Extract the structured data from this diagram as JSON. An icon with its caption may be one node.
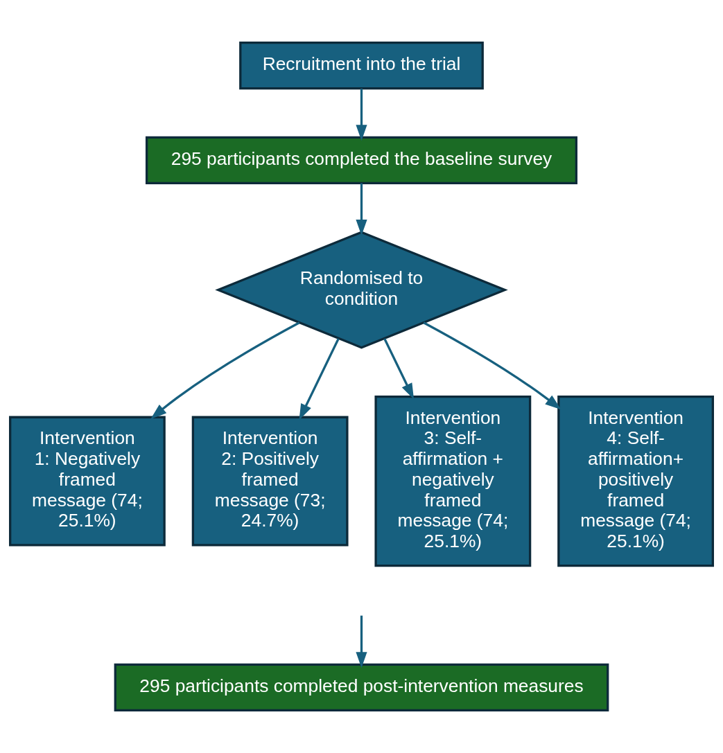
{
  "diagram": {
    "nodes": [
      {
        "text": [
          "Recruitment into the trial"
        ]
      },
      {
        "text": [
          "295 participants completed the baseline survey"
        ]
      },
      {
        "text": [
          "Randomised to condition"
        ]
      },
      {
        "text": [
          "Intervention 1: Negatively framed message (74; 25.1%)"
        ]
      },
      {
        "text": [
          "Intervention 2: Positively framed message (73; 24.7%)"
        ]
      },
      {
        "text": [
          "Intervention 3: Self-affirmation + negatively framed message (74; 25.1%)"
        ]
      },
      {
        "text": [
          "Intervention 4: Self-affirmation+ positively framed message (74; 25.1%)"
        ]
      },
      {
        "text": [
          "295 participants completed post-intervention measures"
        ]
      }
    ],
    "edges": [
      {
        "from": 0,
        "to": 1,
        "arrow": "to"
      },
      {
        "from": 1,
        "to": 2,
        "arrow": "to"
      },
      {
        "from": 2,
        "to": 3,
        "arrow": "to"
      },
      {
        "from": 2,
        "to": 4,
        "arrow": "to"
      },
      {
        "from": 2,
        "to": 5,
        "arrow": "to"
      },
      {
        "from": 2,
        "to": 6,
        "arrow": "to"
      },
      {
        "from": null,
        "to": 7,
        "arrow": "to"
      }
    ]
  }
}
